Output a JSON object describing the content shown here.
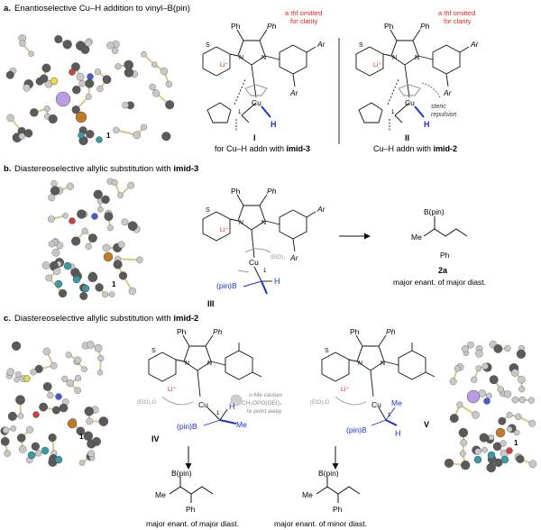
{
  "panels": {
    "a": {
      "letter": "a.",
      "title": "Enantioselective Cu–H addition to vinyl–B(pin)",
      "note1": "a thf omitted",
      "note2": "for clarity",
      "label_I": "I",
      "label_II": "II",
      "caption_I_pre": "for Cu–H addn with ",
      "caption_I_bold": "imid-3",
      "caption_II_pre": "Cu–H addn with ",
      "caption_II_bold": "imid-2",
      "steric1": "steric",
      "steric2": "repulsion",
      "sphere_label": "1"
    },
    "b": {
      "letter": "b.",
      "title_pre": "Diastereoselective allylic substitution with ",
      "title_bold": "imid-3",
      "label_III": "III",
      "product_label": "2a",
      "product_caption": "major enant. of major diast.",
      "phosphate": "(EtO)₂",
      "sphere_label": "1"
    },
    "c": {
      "letter": "c.",
      "title_pre": "Diastereoselective allylic substitution with ",
      "title_bold": "imid-2",
      "label_IV": "IV",
      "label_V": "V",
      "omenote": [
        "o-Me causes",
        "CH₂OPO(OEt)₂",
        "to point away"
      ],
      "product1_caption": "major enant. of major diast.",
      "product2_caption": "major enant. of minor diast.",
      "phosphate": "(EtO)₂O",
      "sphere_label": "1"
    }
  },
  "atoms": {
    "Ph": "Ph",
    "Ar": "Ar",
    "Li": "Li⁺",
    "Cu": "Cu",
    "H": "H",
    "N": "N",
    "Bpin": "(pin)B",
    "Bpin2": "B(pin)",
    "Me": "Me",
    "S": "S",
    "O": "O",
    "one": "1"
  },
  "colors": {
    "red_note": "#e0231b",
    "blue": "#1e32c8",
    "gray": "#9a9a9a",
    "ball_dark": "#5a5a5a",
    "ball_light": "#c8c8c8",
    "bond": "#d8c98a",
    "cu": "#c07a2a",
    "li": "#b89be0",
    "f": "#3a9aa8",
    "s": "#e8d84a",
    "o": "#d04040",
    "n": "#4a5ad0"
  }
}
